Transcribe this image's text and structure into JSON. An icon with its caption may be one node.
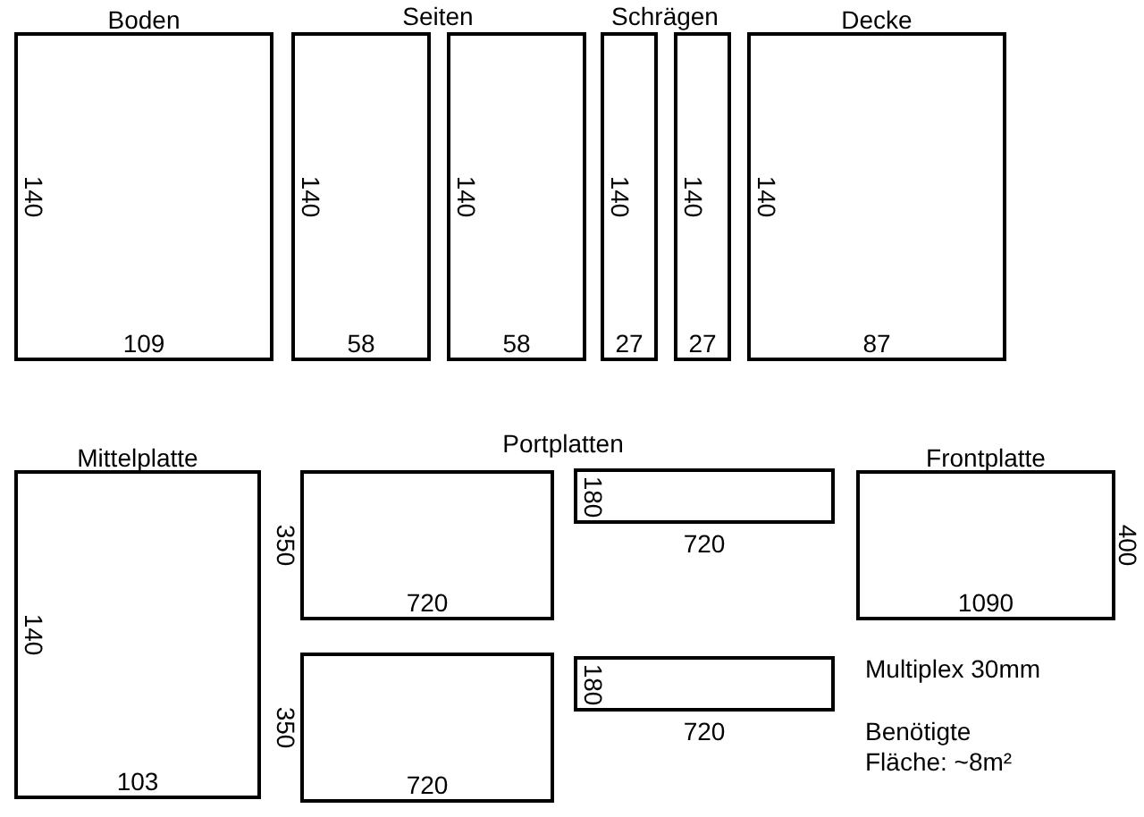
{
  "diagram": {
    "nodes": [
      {
        "text": [
          "Boden",
          "140",
          "109"
        ]
      },
      {
        "text": [
          "140",
          "58"
        ]
      },
      {
        "text": [
          "140",
          "58"
        ]
      },
      {
        "text": [
          "140",
          "27"
        ]
      },
      {
        "text": [
          "140",
          "27"
        ]
      },
      {
        "text": [
          "Decke",
          "140",
          "87"
        ]
      },
      {
        "text": [
          "Mittelplatte",
          "140",
          "103"
        ]
      },
      {
        "text": [
          "350",
          "720"
        ]
      },
      {
        "text": [
          "180",
          "720"
        ]
      },
      {
        "text": [
          "Frontplatte",
          "400",
          "1090"
        ]
      },
      {
        "text": [
          "350",
          "720"
        ]
      },
      {
        "text": [
          "180",
          "720"
        ]
      }
    ],
    "edges": [],
    "labels": [
      "Seiten",
      "Schrägen",
      "Portplatten",
      "Multiplex 30mm",
      "Benötigte Fläche: ~8m²"
    ]
  }
}
